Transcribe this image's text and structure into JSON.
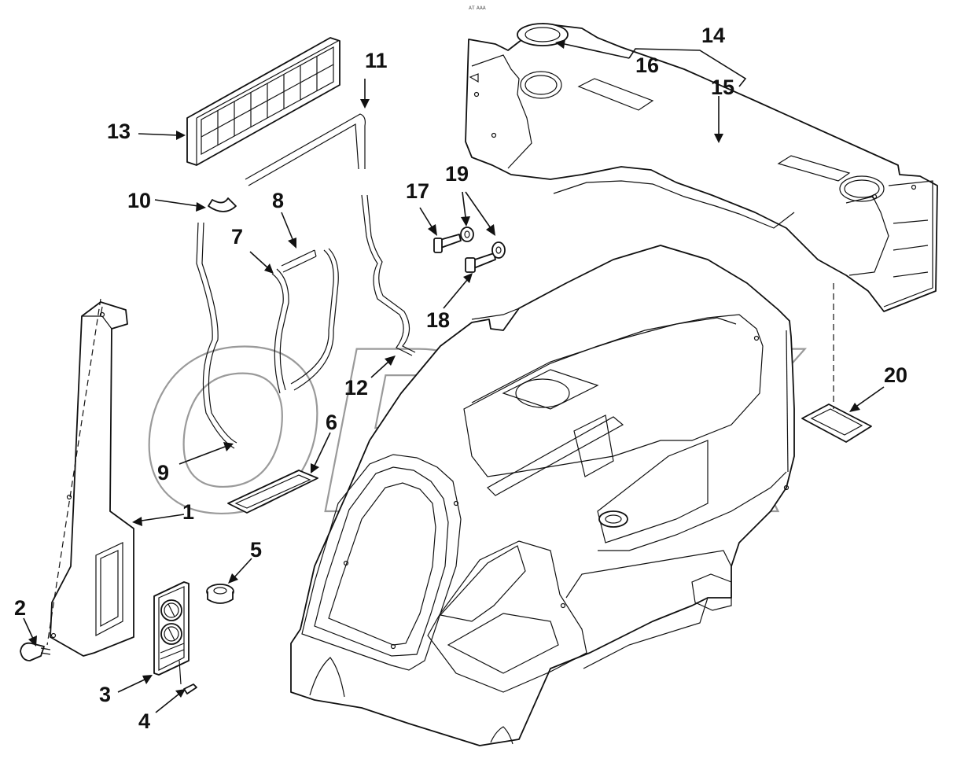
{
  "diagram": {
    "watermark": "OPEX",
    "top_marker": "ᴀᴛ ᴀᴀᴀ",
    "callouts": [
      "1",
      "2",
      "3",
      "4",
      "5",
      "6",
      "7",
      "8",
      "9",
      "10",
      "11",
      "12",
      "13",
      "14",
      "15",
      "16",
      "17",
      "18",
      "19",
      "20"
    ],
    "colors": {
      "line": "#111111",
      "background": "#ffffff",
      "watermark": "#9a9a9a"
    }
  }
}
